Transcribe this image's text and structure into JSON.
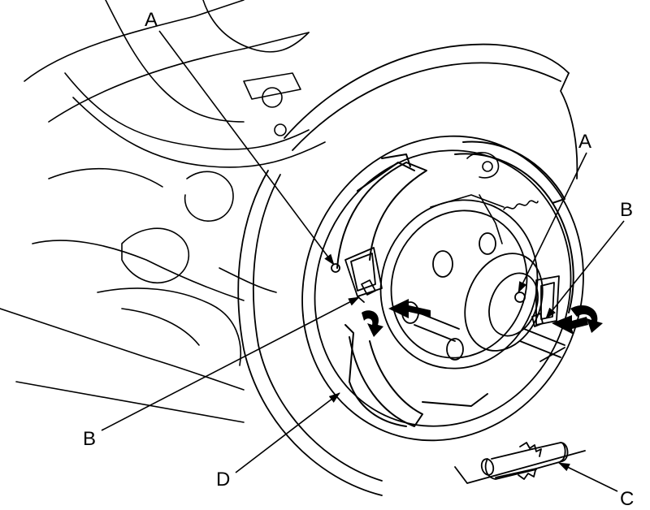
{
  "diagram": {
    "labels": {
      "a_left": "A",
      "a_right": "A",
      "b_left": "B",
      "b_right": "B",
      "c": "C",
      "d": "D"
    },
    "colors": {
      "ink": "#000000",
      "paper": "#ffffff"
    },
    "arrow_icon": "solid-arrow-icon"
  }
}
